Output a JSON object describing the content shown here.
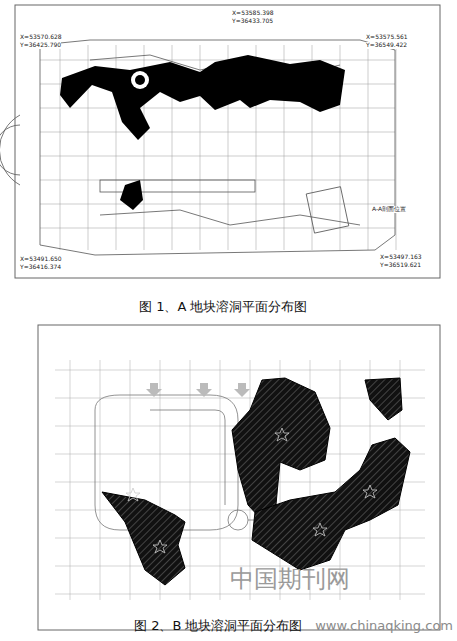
{
  "diagram": {
    "labels": [
      "X=53570.628",
      "Y=36425.790",
      "X=53585.398",
      "Y=36433.705",
      "X=53575.561",
      "Y=36549.422",
      "A-A剖面位置",
      "X=53491.650",
      "Y=36416.374",
      "X=53497.163",
      "Y=36519.621",
      "图 1、A 地块溶洞平面分布图",
      "图 2、B 地块溶洞平面分布图",
      "中国期刊网",
      "www.chinaqking.com"
    ]
  }
}
